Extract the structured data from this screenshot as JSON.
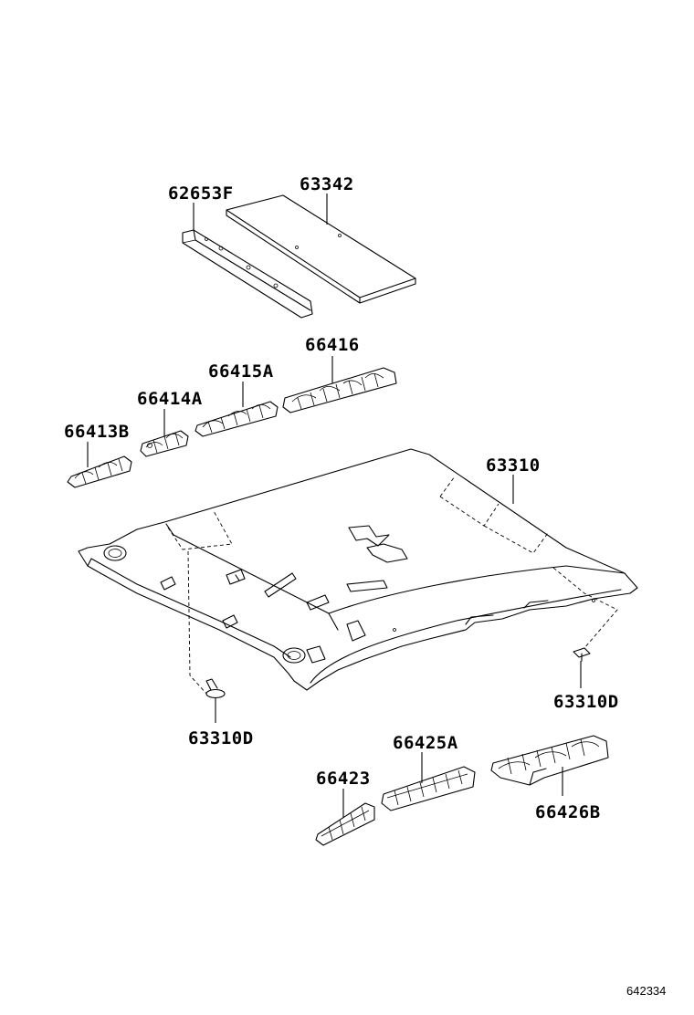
{
  "parts": {
    "p62653F": "62653F",
    "p63342": "63342",
    "p66416": "66416",
    "p66415A": "66415A",
    "p66414A": "66414A",
    "p66413B": "66413B",
    "p63310": "63310",
    "p63310D_right": "63310D",
    "p63310D_left": "63310D",
    "p66425A": "66425A",
    "p66423": "66423",
    "p66426B": "66426B"
  },
  "figure_id": "642334"
}
